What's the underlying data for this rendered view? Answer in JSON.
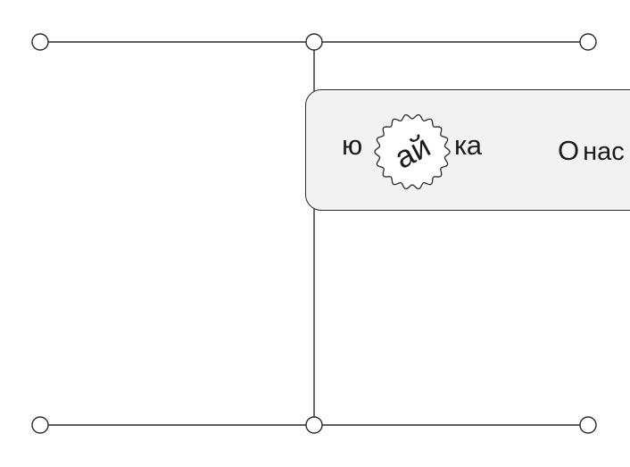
{
  "header": {
    "logo": {
      "left": "ю",
      "badge": "ай",
      "right": "ка"
    },
    "nav": {
      "about_first": "О",
      "about_rest": "нас"
    }
  },
  "colors": {
    "stroke": "#2a2a2a",
    "navbar_bg": "#f2f2f2",
    "text": "#1c1c1c",
    "page_bg": "#ffffff"
  }
}
